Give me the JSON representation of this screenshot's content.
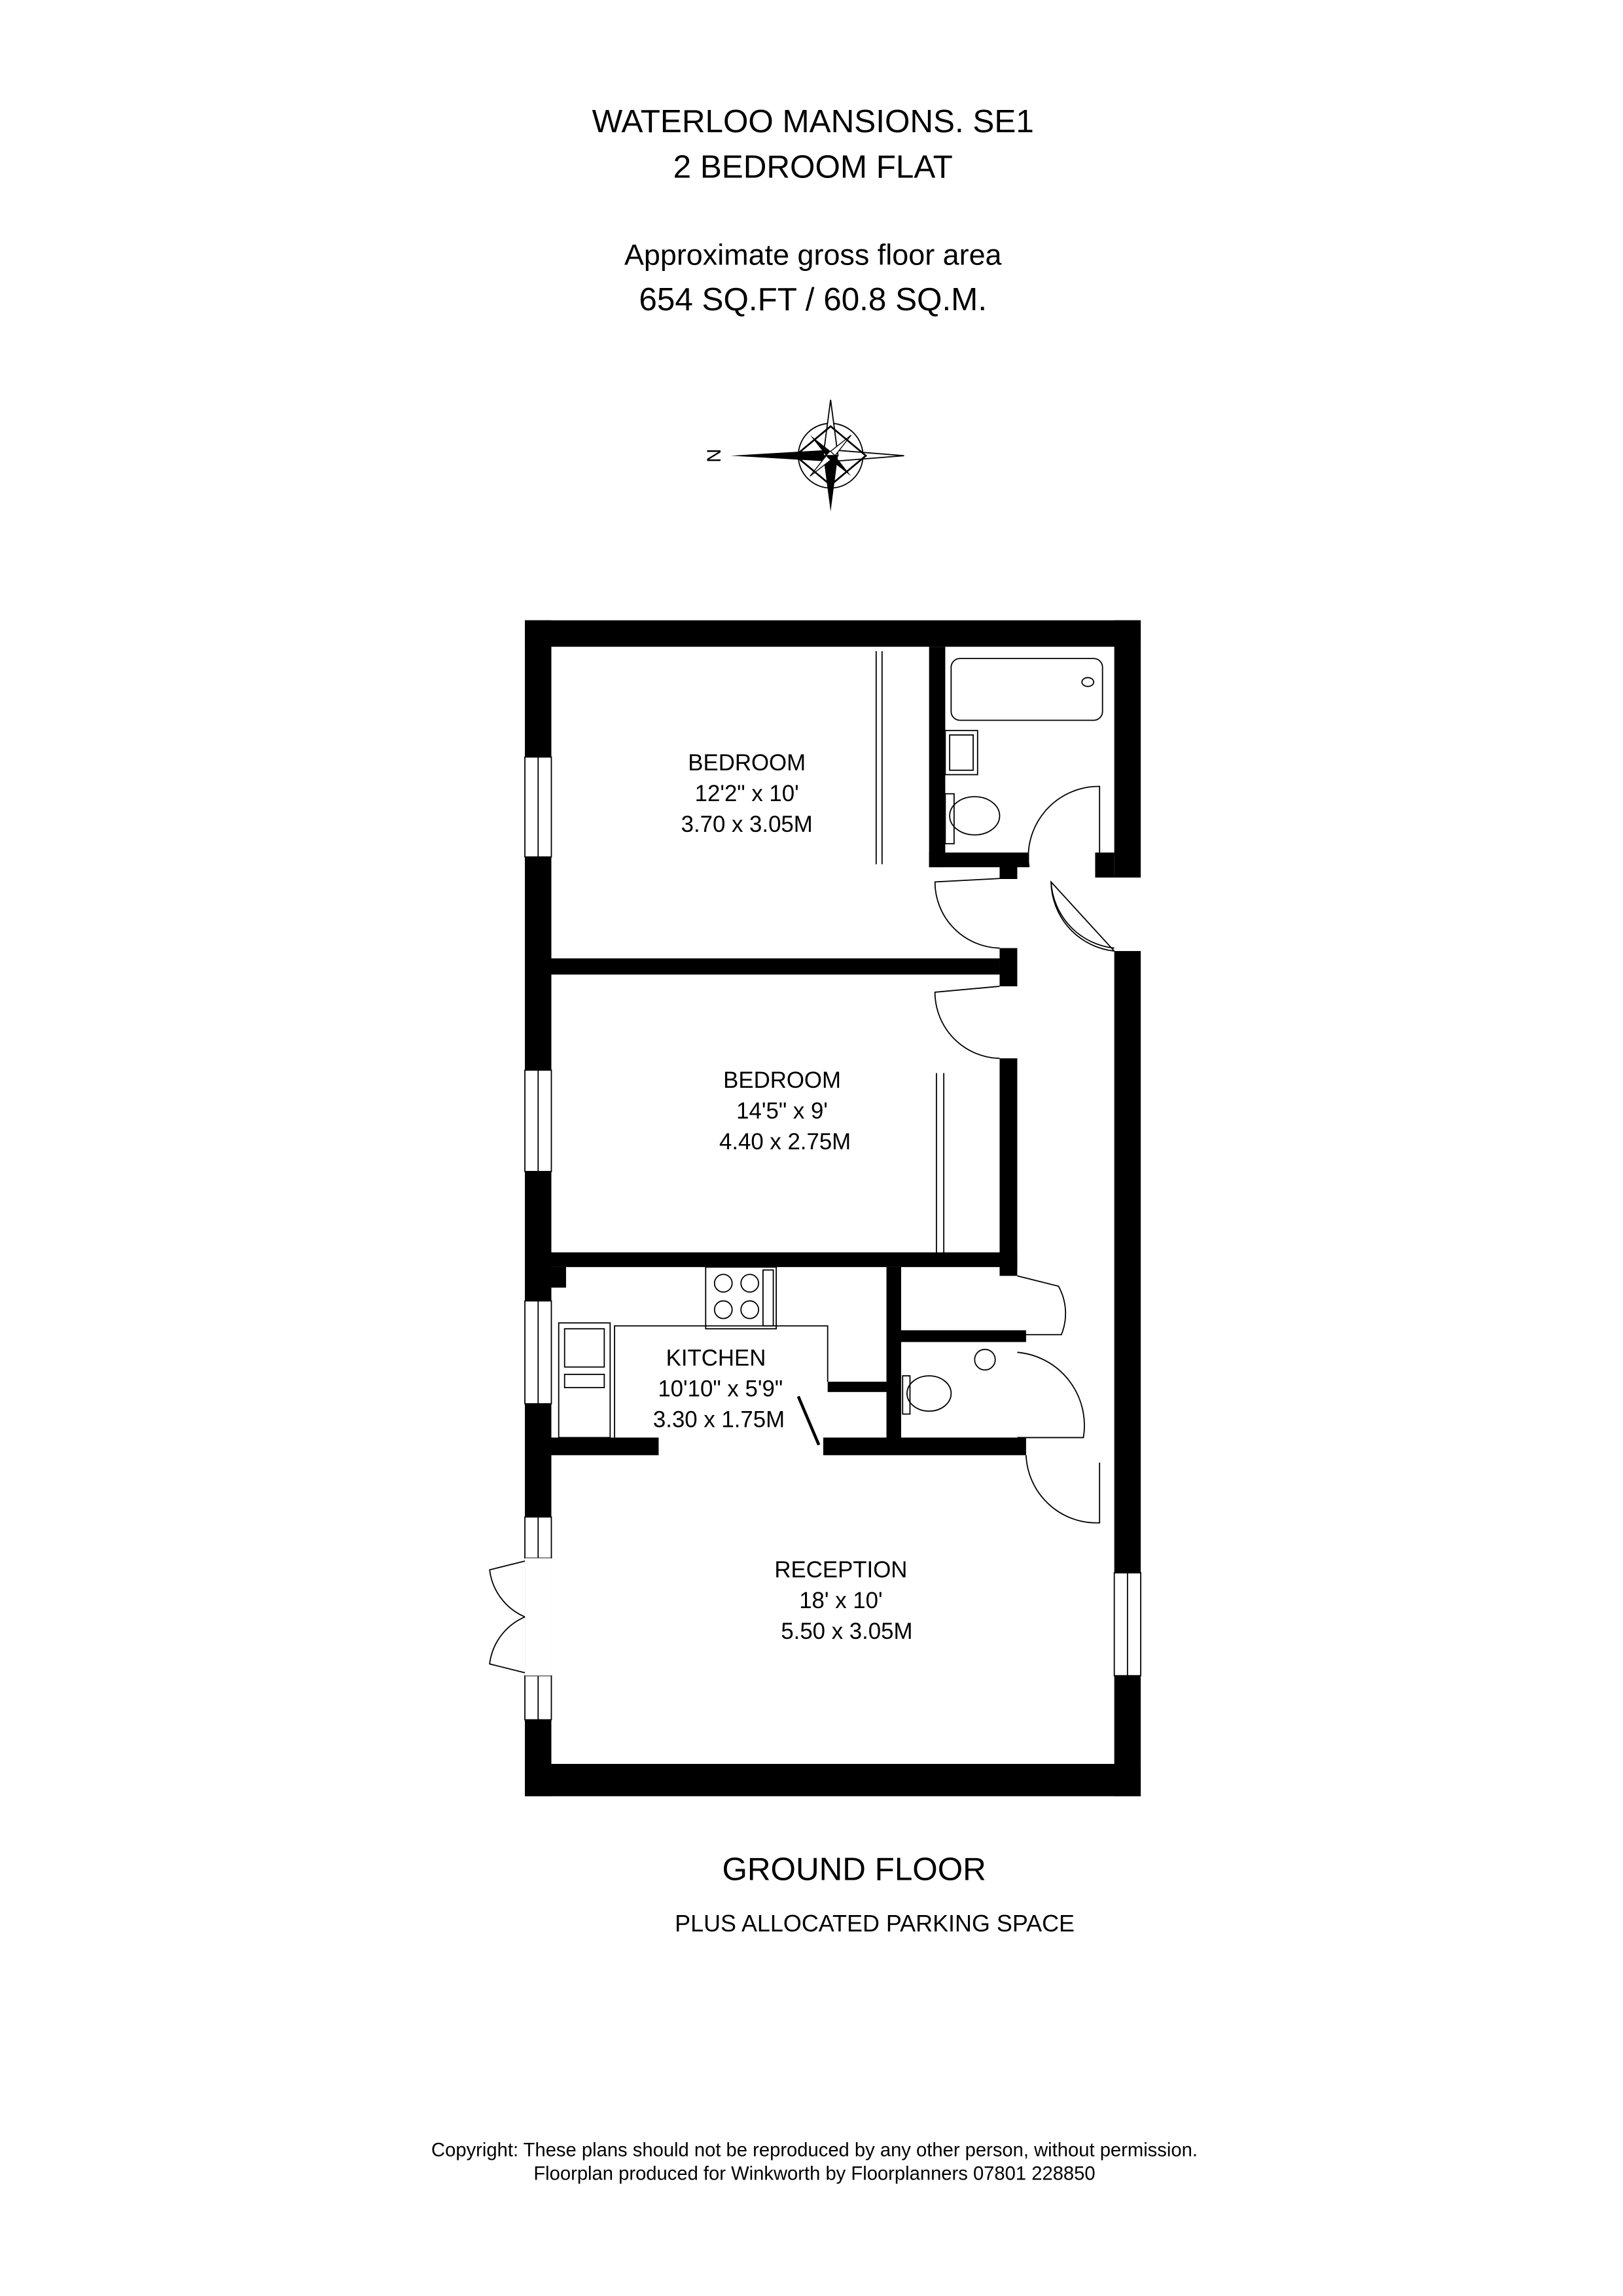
{
  "header": {
    "title_line1": "WATERLOO MANSIONS. SE1",
    "title_line2": "2 BEDROOM FLAT",
    "area_label": "Approximate gross floor area",
    "area_value": "654 SQ.FT / 60.8 SQ.M."
  },
  "compass": {
    "north_label": "N",
    "icon": "compass-rose-icon"
  },
  "rooms": [
    {
      "name": "BEDROOM",
      "imperial": "12'2\" x 10'",
      "metric": "3.70 x 3.05M"
    },
    {
      "name": "BEDROOM",
      "imperial": "14'5\" x 9'",
      "metric": "4.40 x 2.75M"
    },
    {
      "name": "KITCHEN",
      "imperial": "10'10\" x 5'9\"",
      "metric": "3.30 x 1.75M"
    },
    {
      "name": "RECEPTION",
      "imperial": "18' x 10'",
      "metric": "5.50 x 3.05M"
    }
  ],
  "footer": {
    "floor_label": "GROUND FLOOR",
    "extra": "PLUS ALLOCATED PARKING SPACE",
    "copyright_line1": "Copyright: These plans should not be reproduced by any other person, without permission.",
    "copyright_line2": "Floorplan produced for Winkworth by Floorplanners 07801 228850"
  }
}
